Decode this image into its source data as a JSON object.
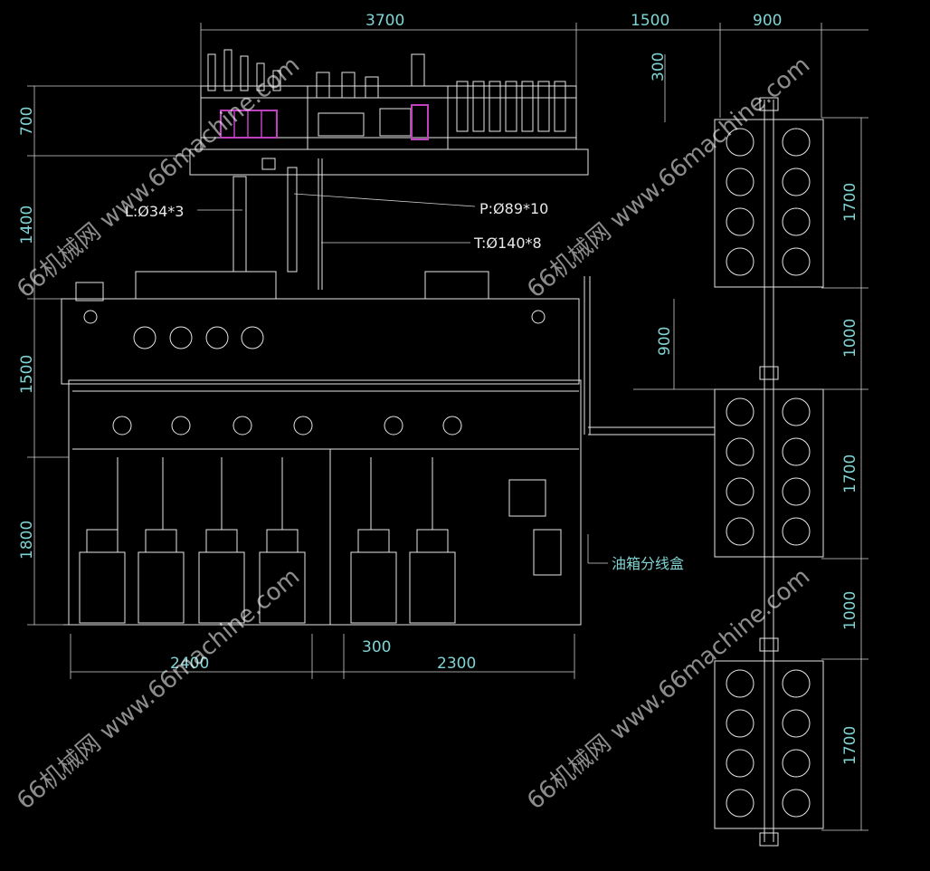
{
  "dimensions": {
    "top": [
      "3700",
      "1500",
      "900"
    ],
    "top_right_small": "300",
    "left": [
      "700",
      "1400",
      "1500",
      "1800"
    ],
    "bottom": [
      "2400",
      "300",
      "2300"
    ],
    "middle": "900",
    "right": [
      "1700",
      "1000",
      "1700",
      "1000",
      "1700"
    ]
  },
  "labels": {
    "pipe_l": "L:Ø34*3",
    "pipe_p": "P:Ø89*10",
    "pipe_t": "T:Ø140*8",
    "junction_box": "油箱分线盒"
  },
  "watermark": "66机械网 www.66machine.com",
  "colors": {
    "background": "#000000",
    "line": "#e6e6e6",
    "dimension": "#7fd4d4",
    "highlight": "#c040c0"
  }
}
